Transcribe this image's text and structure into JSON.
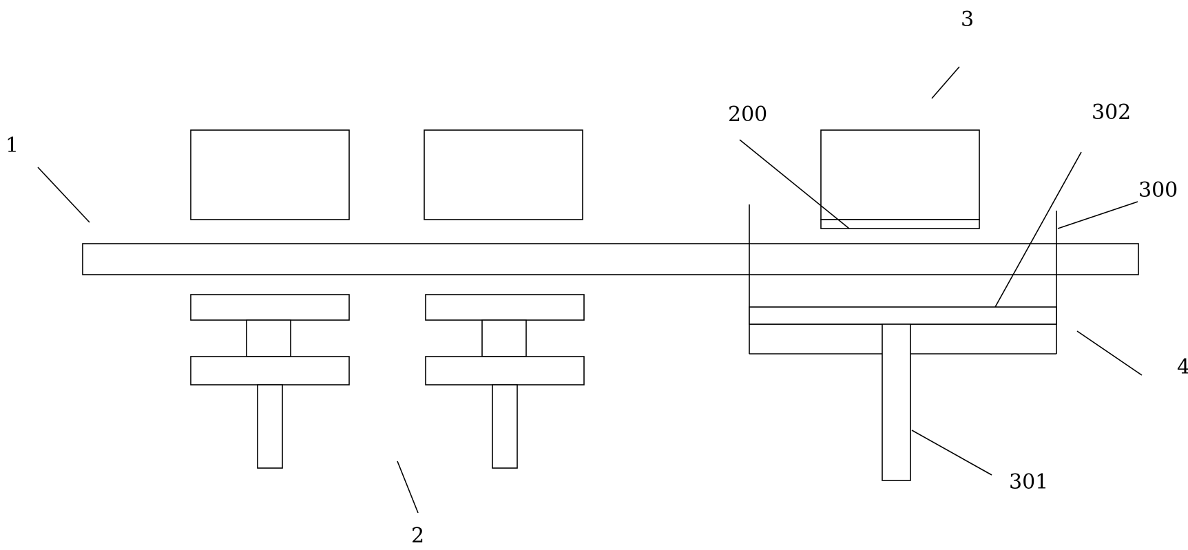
{
  "diagram": {
    "reference_numerals": {
      "n1": "1",
      "n2": "2",
      "n3": "3",
      "n4": "4",
      "n200": "200",
      "n300": "300",
      "n301": "301",
      "n302": "302"
    }
  }
}
